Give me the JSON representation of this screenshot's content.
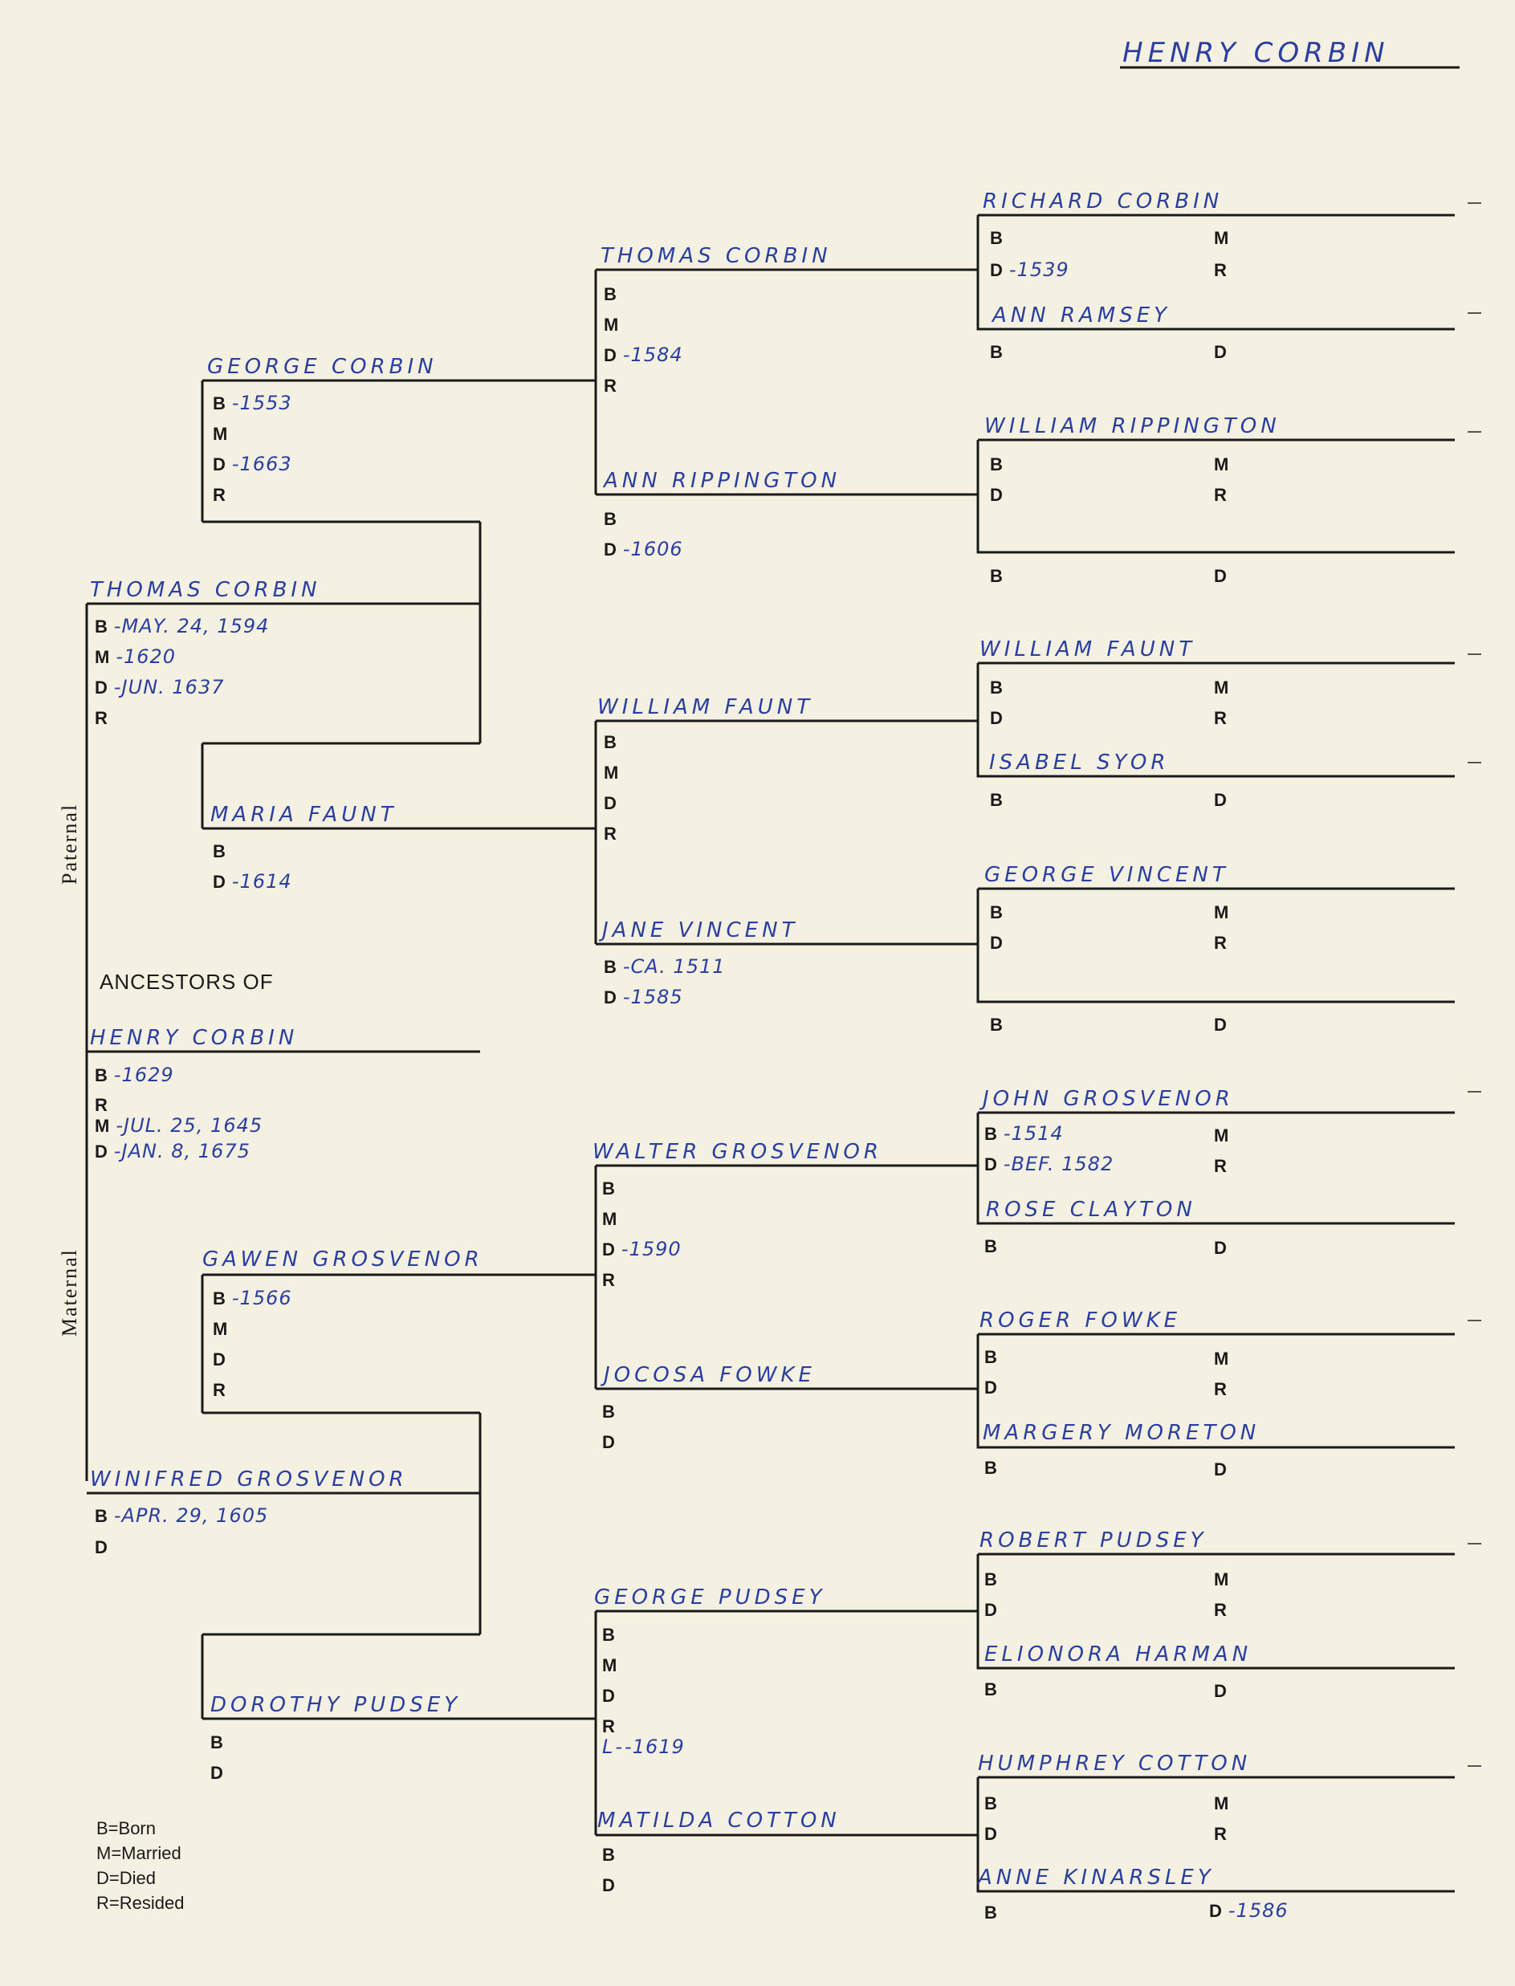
{
  "page_title": "HENRY CORBIN",
  "side_labels": {
    "paternal": "Paternal",
    "maternal": "Maternal"
  },
  "ancestors_of_label": "Ancestors of",
  "legend": [
    "B=Born",
    "M=Married",
    "D=Died",
    "R=Resided"
  ],
  "subject": {
    "name": "HENRY CORBIN",
    "fields": [
      {
        "label": "B",
        "value": "1629"
      },
      {
        "label": "R",
        "value": ""
      },
      {
        "label": "M",
        "value": "JUL. 25, 1645"
      },
      {
        "label": "D",
        "value": "JAN. 8, 1675"
      }
    ]
  },
  "gen1": [
    {
      "name": "THOMAS CORBIN",
      "fields": [
        {
          "label": "B",
          "value": "MAY. 24, 1594"
        },
        {
          "label": "M",
          "value": "1620"
        },
        {
          "label": "D",
          "value": "JUN. 1637"
        },
        {
          "label": "R",
          "value": ""
        }
      ]
    },
    {
      "name": "WINIFRED GROSVENOR",
      "fields": [
        {
          "label": "B",
          "value": "APR. 29, 1605"
        },
        {
          "label": "D",
          "value": ""
        }
      ]
    }
  ],
  "gen2": [
    {
      "name": "GEORGE CORBIN",
      "fields": [
        {
          "label": "B",
          "value": "1553"
        },
        {
          "label": "M",
          "value": ""
        },
        {
          "label": "D",
          "value": "1663"
        },
        {
          "label": "R",
          "value": ""
        }
      ]
    },
    {
      "name": "MARIA FAUNT",
      "fields": [
        {
          "label": "B",
          "value": ""
        },
        {
          "label": "D",
          "value": "1614"
        }
      ]
    },
    {
      "name": "GAWEN GROSVENOR",
      "fields": [
        {
          "label": "B",
          "value": "1566"
        },
        {
          "label": "M",
          "value": ""
        },
        {
          "label": "D",
          "value": ""
        },
        {
          "label": "R",
          "value": ""
        }
      ]
    },
    {
      "name": "DOROTHY PUDSEY",
      "fields": [
        {
          "label": "B",
          "value": ""
        },
        {
          "label": "D",
          "value": ""
        }
      ]
    }
  ],
  "gen3": [
    {
      "name": "THOMAS CORBIN",
      "fields": [
        {
          "label": "B",
          "value": ""
        },
        {
          "label": "M",
          "value": ""
        },
        {
          "label": "D",
          "value": "1584"
        },
        {
          "label": "R",
          "value": ""
        }
      ]
    },
    {
      "name": "ANN RIPPINGTON",
      "fields": [
        {
          "label": "B",
          "value": ""
        },
        {
          "label": "D",
          "value": "1606"
        }
      ]
    },
    {
      "name": "WILLIAM FAUNT",
      "fields": [
        {
          "label": "B",
          "value": ""
        },
        {
          "label": "M",
          "value": ""
        },
        {
          "label": "D",
          "value": ""
        },
        {
          "label": "R",
          "value": ""
        }
      ]
    },
    {
      "name": "JANE VINCENT",
      "fields": [
        {
          "label": "B",
          "value": "CA. 1511"
        },
        {
          "label": "D",
          "value": "1585"
        }
      ]
    },
    {
      "name": "WALTER GROSVENOR",
      "fields": [
        {
          "label": "B",
          "value": ""
        },
        {
          "label": "M",
          "value": ""
        },
        {
          "label": "D",
          "value": "1590"
        },
        {
          "label": "R",
          "value": ""
        }
      ]
    },
    {
      "name": "JOCOSA FOWKE",
      "fields": [
        {
          "label": "B",
          "value": ""
        },
        {
          "label": "D",
          "value": ""
        }
      ]
    },
    {
      "name": "GEORGE PUDSEY",
      "fields": [
        {
          "label": "B",
          "value": ""
        },
        {
          "label": "M",
          "value": ""
        },
        {
          "label": "D",
          "value": ""
        },
        {
          "label": "R",
          "value": ""
        },
        {
          "label": "L",
          "value": "1619"
        }
      ]
    },
    {
      "name": "MATILDA COTTON",
      "fields": [
        {
          "label": "B",
          "value": ""
        },
        {
          "label": "D",
          "value": ""
        }
      ]
    }
  ],
  "gen4_couples": [
    {
      "husband": "RICHARD CORBIN",
      "hb": "",
      "hm": "",
      "hd": "1539",
      "hr": "",
      "wife": "ANN RAMSEY",
      "wb": "",
      "wd": ""
    },
    {
      "husband": "WILLIAM RIPPINGTON",
      "hb": "",
      "hm": "",
      "hd": "",
      "hr": "",
      "wife": "",
      "wb": "",
      "wd": ""
    },
    {
      "husband": "WILLIAM FAUNT",
      "hb": "",
      "hm": "",
      "hd": "",
      "hr": "",
      "wife": "ISABEL SYOR",
      "wb": "",
      "wd": ""
    },
    {
      "husband": "GEORGE VINCENT",
      "hb": "",
      "hm": "",
      "hd": "",
      "hr": "",
      "wife": "",
      "wb": "",
      "wd": ""
    },
    {
      "husband": "JOHN GROSVENOR",
      "hb": "1514",
      "hm": "",
      "hd": "BEF. 1582",
      "hr": "",
      "wife": "ROSE CLAYTON",
      "wb": "",
      "wd": ""
    },
    {
      "husband": "ROGER FOWKE",
      "hb": "",
      "hm": "",
      "hd": "",
      "hr": "",
      "wife": "MARGERY MORETON",
      "wb": "",
      "wd": ""
    },
    {
      "husband": "ROBERT PUDSEY",
      "hb": "",
      "hm": "",
      "hd": "",
      "hr": "",
      "wife": "ELIONORA HARMAN",
      "wb": "",
      "wd": ""
    },
    {
      "husband": "HUMPHREY COTTON",
      "hb": "",
      "hm": "",
      "hd": "",
      "hr": "",
      "wife": "ANNE KINARSLEY",
      "wb": "",
      "wd": "1586"
    }
  ]
}
